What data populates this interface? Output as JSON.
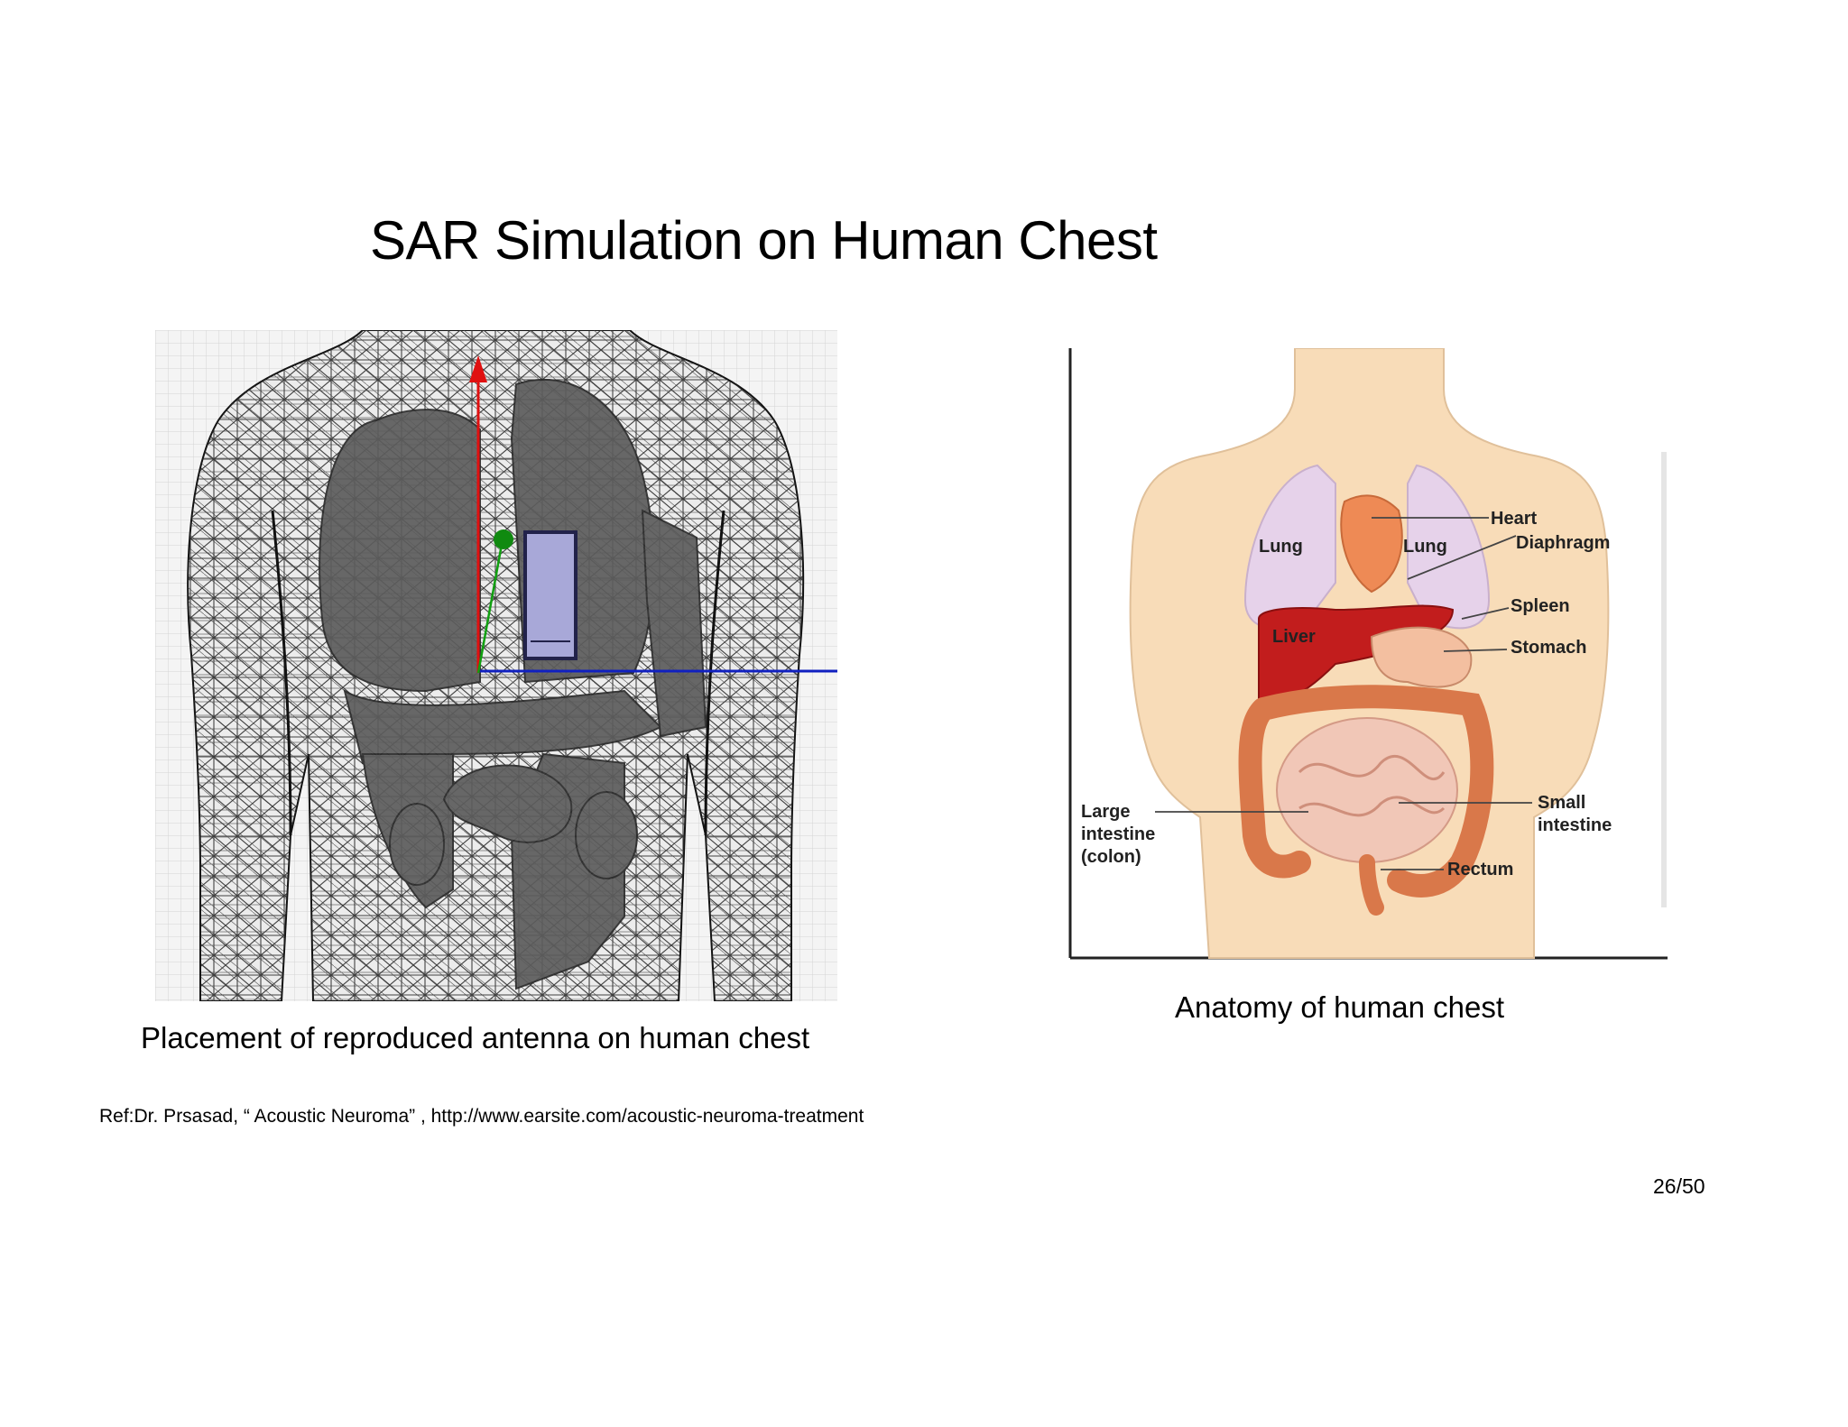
{
  "slide": {
    "title": "SAR Simulation on Human Chest",
    "page_number": "26/50",
    "reference": "Ref:Dr. Prsasad, “ Acoustic Neuroma” , http://www.earsite.com/acoustic-neuroma-treatment"
  },
  "figures": {
    "simulation": {
      "caption": "Placement of reproduced antenna on human chest"
    },
    "anatomy": {
      "caption": "Anatomy of human chest",
      "labels": {
        "heart": "Heart",
        "diaphragm": "Diaphragm",
        "lung_left": "Lung",
        "lung_right": "Lung",
        "spleen": "Spleen",
        "liver": "Liver",
        "stomach": "Stomach",
        "large_intestine_1": "Large",
        "large_intestine_2": "intestine",
        "large_intestine_3": "(colon)",
        "small_intestine_1": "Small",
        "small_intestine_2": "intestine",
        "rectum": "Rectum"
      }
    }
  },
  "colors": {
    "mesh": "#1a1a1a",
    "organs_sim": "#5c5c5c",
    "antenna": "#a8a8d8",
    "axis_z": "#e01010",
    "axis_y": "#10a010",
    "axis_x": "#1020c0",
    "skin": "#f8dcb8",
    "lung": "#e6d2ea",
    "heart": "#ee8a55",
    "liver": "#c21d1d",
    "intestine": "#d9784a",
    "small_intestine": "#f1c7b7"
  }
}
